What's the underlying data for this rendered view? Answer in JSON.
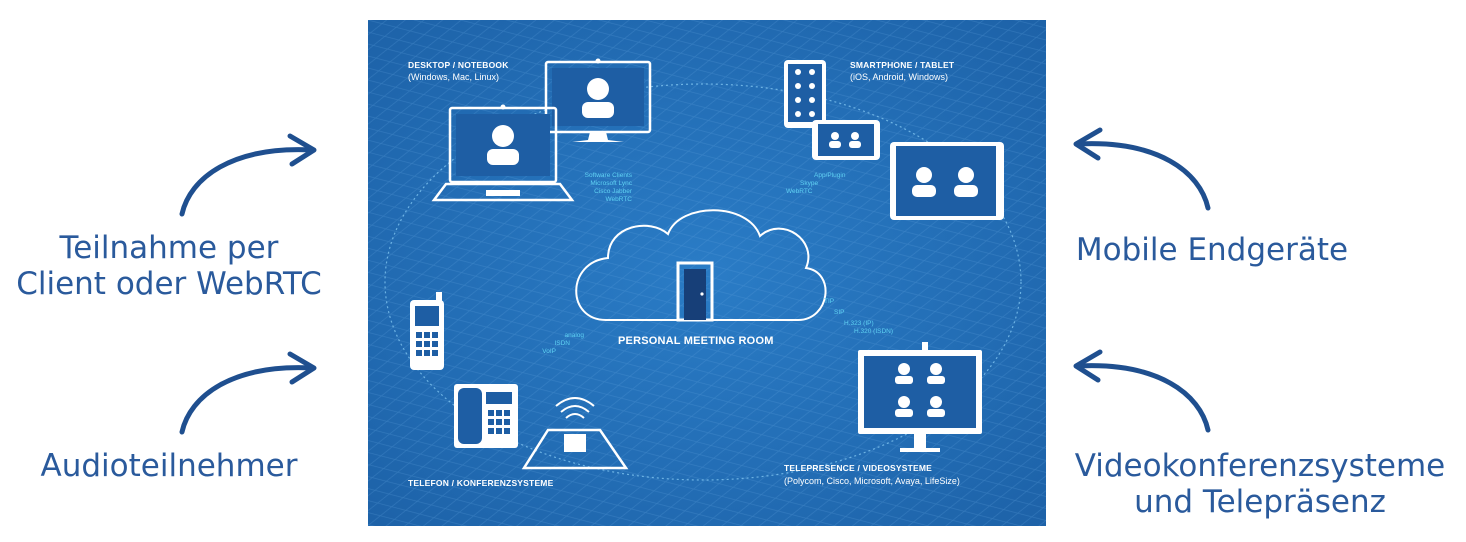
{
  "side_labels": {
    "client_line1": "Teilnahme per",
    "client_line2": "Client oder WebRTC",
    "audio": "Audioteilnehmer",
    "mobile": "Mobile Endgeräte",
    "video_line1": "Videokonferenzsysteme",
    "video_line2": "und Telepräsenz"
  },
  "diagram": {
    "center": "PERSONAL MEETING ROOM",
    "desktop": {
      "title": "DESKTOP / NOTEBOOK",
      "subtitle": "(Windows,  Mac, Linux)",
      "protocols": [
        "Software Clients",
        "Microsoft Lync",
        "Cisco Jabber",
        "WebRTC"
      ]
    },
    "mobile": {
      "title": "SMARTPHONE / TABLET",
      "subtitle": "(iOS, Android, Windows)",
      "protocols": [
        "App/Plugin",
        "Skype",
        "WebRTC"
      ]
    },
    "telephone": {
      "title": "TELEFON / KONFERENZSYSTEME",
      "protocols": [
        "analog",
        "ISDN",
        "VoIP"
      ]
    },
    "telepresence": {
      "title": "TELEPRESENCE / VIDEOSYSTEME",
      "subtitle": "(Polycom, Cisco, Microsoft, Avaya, LifeSize)",
      "protocols": [
        "TIP",
        "SIP",
        "H.323 (IP)",
        "H.320 (ISDN)"
      ]
    }
  },
  "colors": {
    "label_blue": "#2a5a9c",
    "board_blue": "#2470b8",
    "protocol_cyan": "#5fd1f3",
    "arrow_blue": "#1f4f8f"
  },
  "icons": [
    "arrow-right-curved-icon",
    "arrow-left-curved-icon",
    "cloud-icon",
    "door-icon",
    "monitor-icon",
    "laptop-icon",
    "phone-icon",
    "tablet-icon",
    "smartphone-icon",
    "conference-phone-icon",
    "desk-phone-icon",
    "mobile-phone-icon",
    "video-display-icon",
    "user-icon"
  ]
}
